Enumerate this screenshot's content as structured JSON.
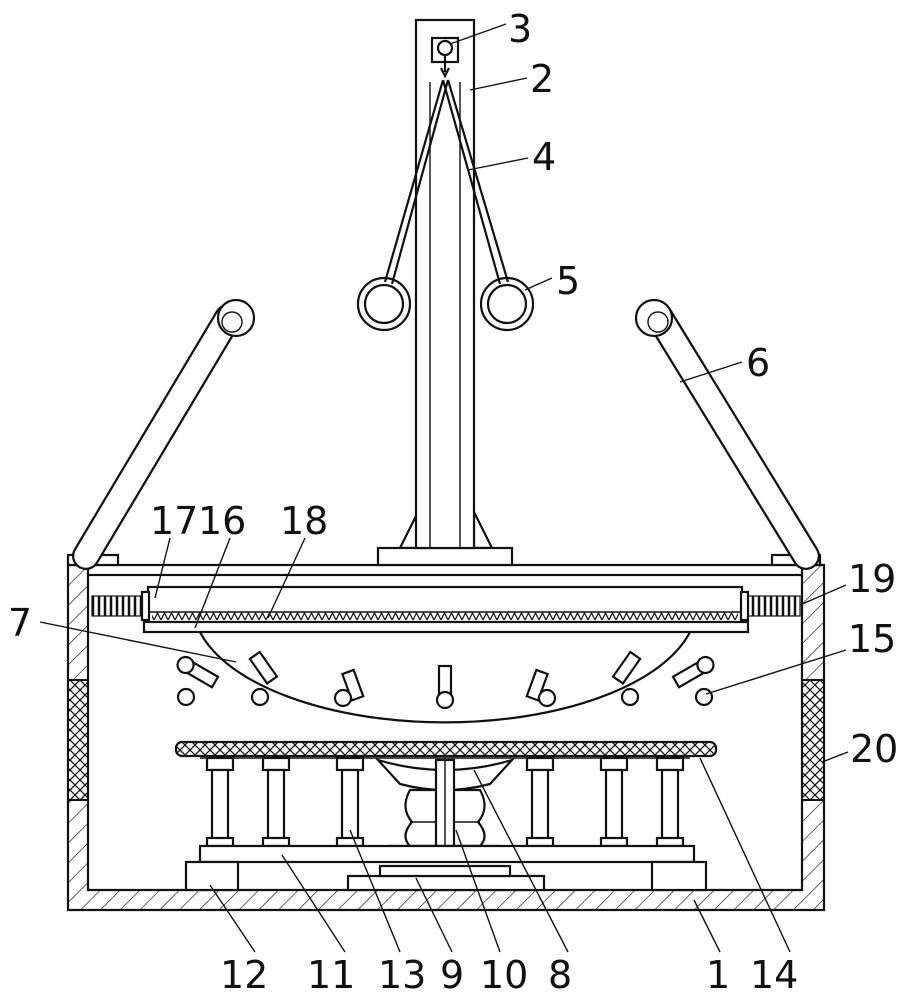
{
  "figure": {
    "labels": [
      {
        "id": "1",
        "text": "1"
      },
      {
        "id": "2",
        "text": "2"
      },
      {
        "id": "3",
        "text": "3"
      },
      {
        "id": "4",
        "text": "4"
      },
      {
        "id": "5",
        "text": "5"
      },
      {
        "id": "6",
        "text": "6"
      },
      {
        "id": "7",
        "text": "7"
      },
      {
        "id": "8",
        "text": "8"
      },
      {
        "id": "9",
        "text": "9"
      },
      {
        "id": "10",
        "text": "10"
      },
      {
        "id": "11",
        "text": "11"
      },
      {
        "id": "12",
        "text": "12"
      },
      {
        "id": "13",
        "text": "13"
      },
      {
        "id": "14",
        "text": "14"
      },
      {
        "id": "15",
        "text": "15"
      },
      {
        "id": "16",
        "text": "16"
      },
      {
        "id": "17",
        "text": "17"
      },
      {
        "id": "18",
        "text": "18"
      },
      {
        "id": "19",
        "text": "19"
      },
      {
        "id": "20",
        "text": "20"
      }
    ]
  }
}
